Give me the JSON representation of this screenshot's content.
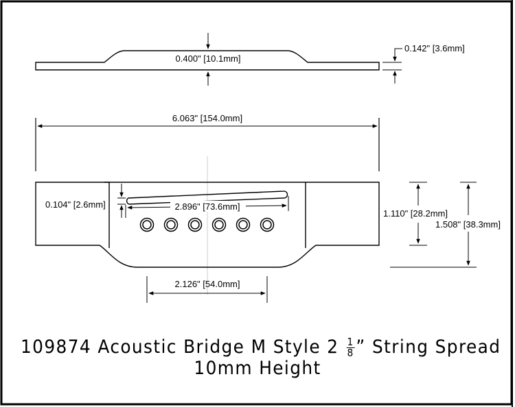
{
  "dimensions": {
    "thickness": "0.400\" [10.1mm]",
    "edge_thickness": "0.142\" [3.6mm]",
    "overall_length": "6.063\" [154.0mm]",
    "slot_width": "0.104\" [2.6mm]",
    "slot_length": "2.896\" [73.6mm]",
    "wing_height": "1.110\" [28.2mm]",
    "total_height": "1.508\" [38.3mm]",
    "center_width": "2.126\" [54.0mm]"
  },
  "title": {
    "line1_before": "109874 Acoustic Bridge M Style 2",
    "fraction_numerator": "1",
    "fraction_denominator": "8",
    "line1_after": "” String Spread",
    "line2": "10mm Height"
  },
  "colors": {
    "line": "#000000",
    "centerline": "#cccccc",
    "border": "#000000"
  }
}
